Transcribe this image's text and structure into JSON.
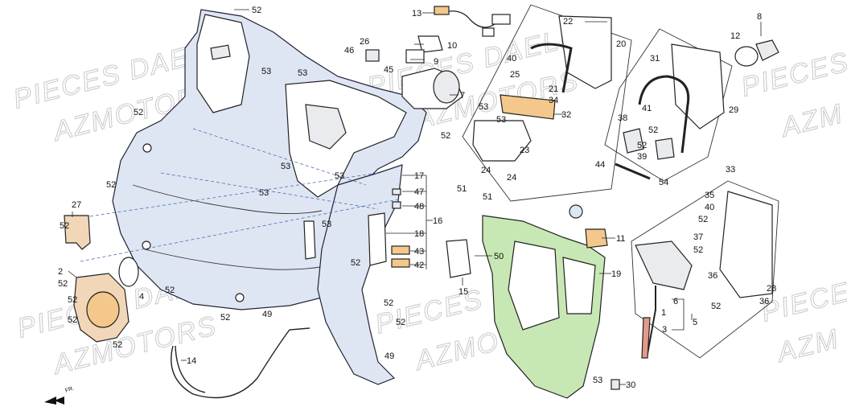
{
  "watermarks": [
    {
      "text": "PIECES DAEL"
    },
    {
      "text": "AZMOTORS"
    },
    {
      "text": "PIECES DAELIM"
    },
    {
      "text": "AZMOTORS"
    },
    {
      "text": "PIECES"
    },
    {
      "text": "AZM"
    },
    {
      "text": "PIECES DAELIM"
    },
    {
      "text": "AZMOTORS"
    },
    {
      "text": "PIECES"
    },
    {
      "text": "AZM"
    },
    {
      "text": "AZMOTORS"
    },
    {
      "text": "PIECES DAE"
    }
  ],
  "labels": [
    "52",
    "13",
    "22",
    "20",
    "8",
    "12",
    "26",
    "46",
    "45",
    "10",
    "9",
    "53",
    "53",
    "40",
    "25",
    "21",
    "7",
    "34",
    "32",
    "31",
    "29",
    "41",
    "38",
    "52",
    "39",
    "52",
    "53",
    "53",
    "23",
    "52",
    "53",
    "53",
    "53",
    "52",
    "17",
    "47",
    "48",
    "16",
    "18",
    "43",
    "42",
    "53",
    "24",
    "24",
    "51",
    "51",
    "44",
    "54",
    "33",
    "35",
    "40",
    "52",
    "37",
    "52",
    "36",
    "28",
    "52",
    "36",
    "27",
    "52",
    "52",
    "2",
    "52",
    "4",
    "52",
    "52",
    "52",
    "52",
    "52",
    "52",
    "52",
    "49",
    "52",
    "49",
    "14",
    "15",
    "50",
    "11",
    "19",
    "6",
    "1",
    "5",
    "3",
    "53",
    "30"
  ],
  "direction": "FR."
}
